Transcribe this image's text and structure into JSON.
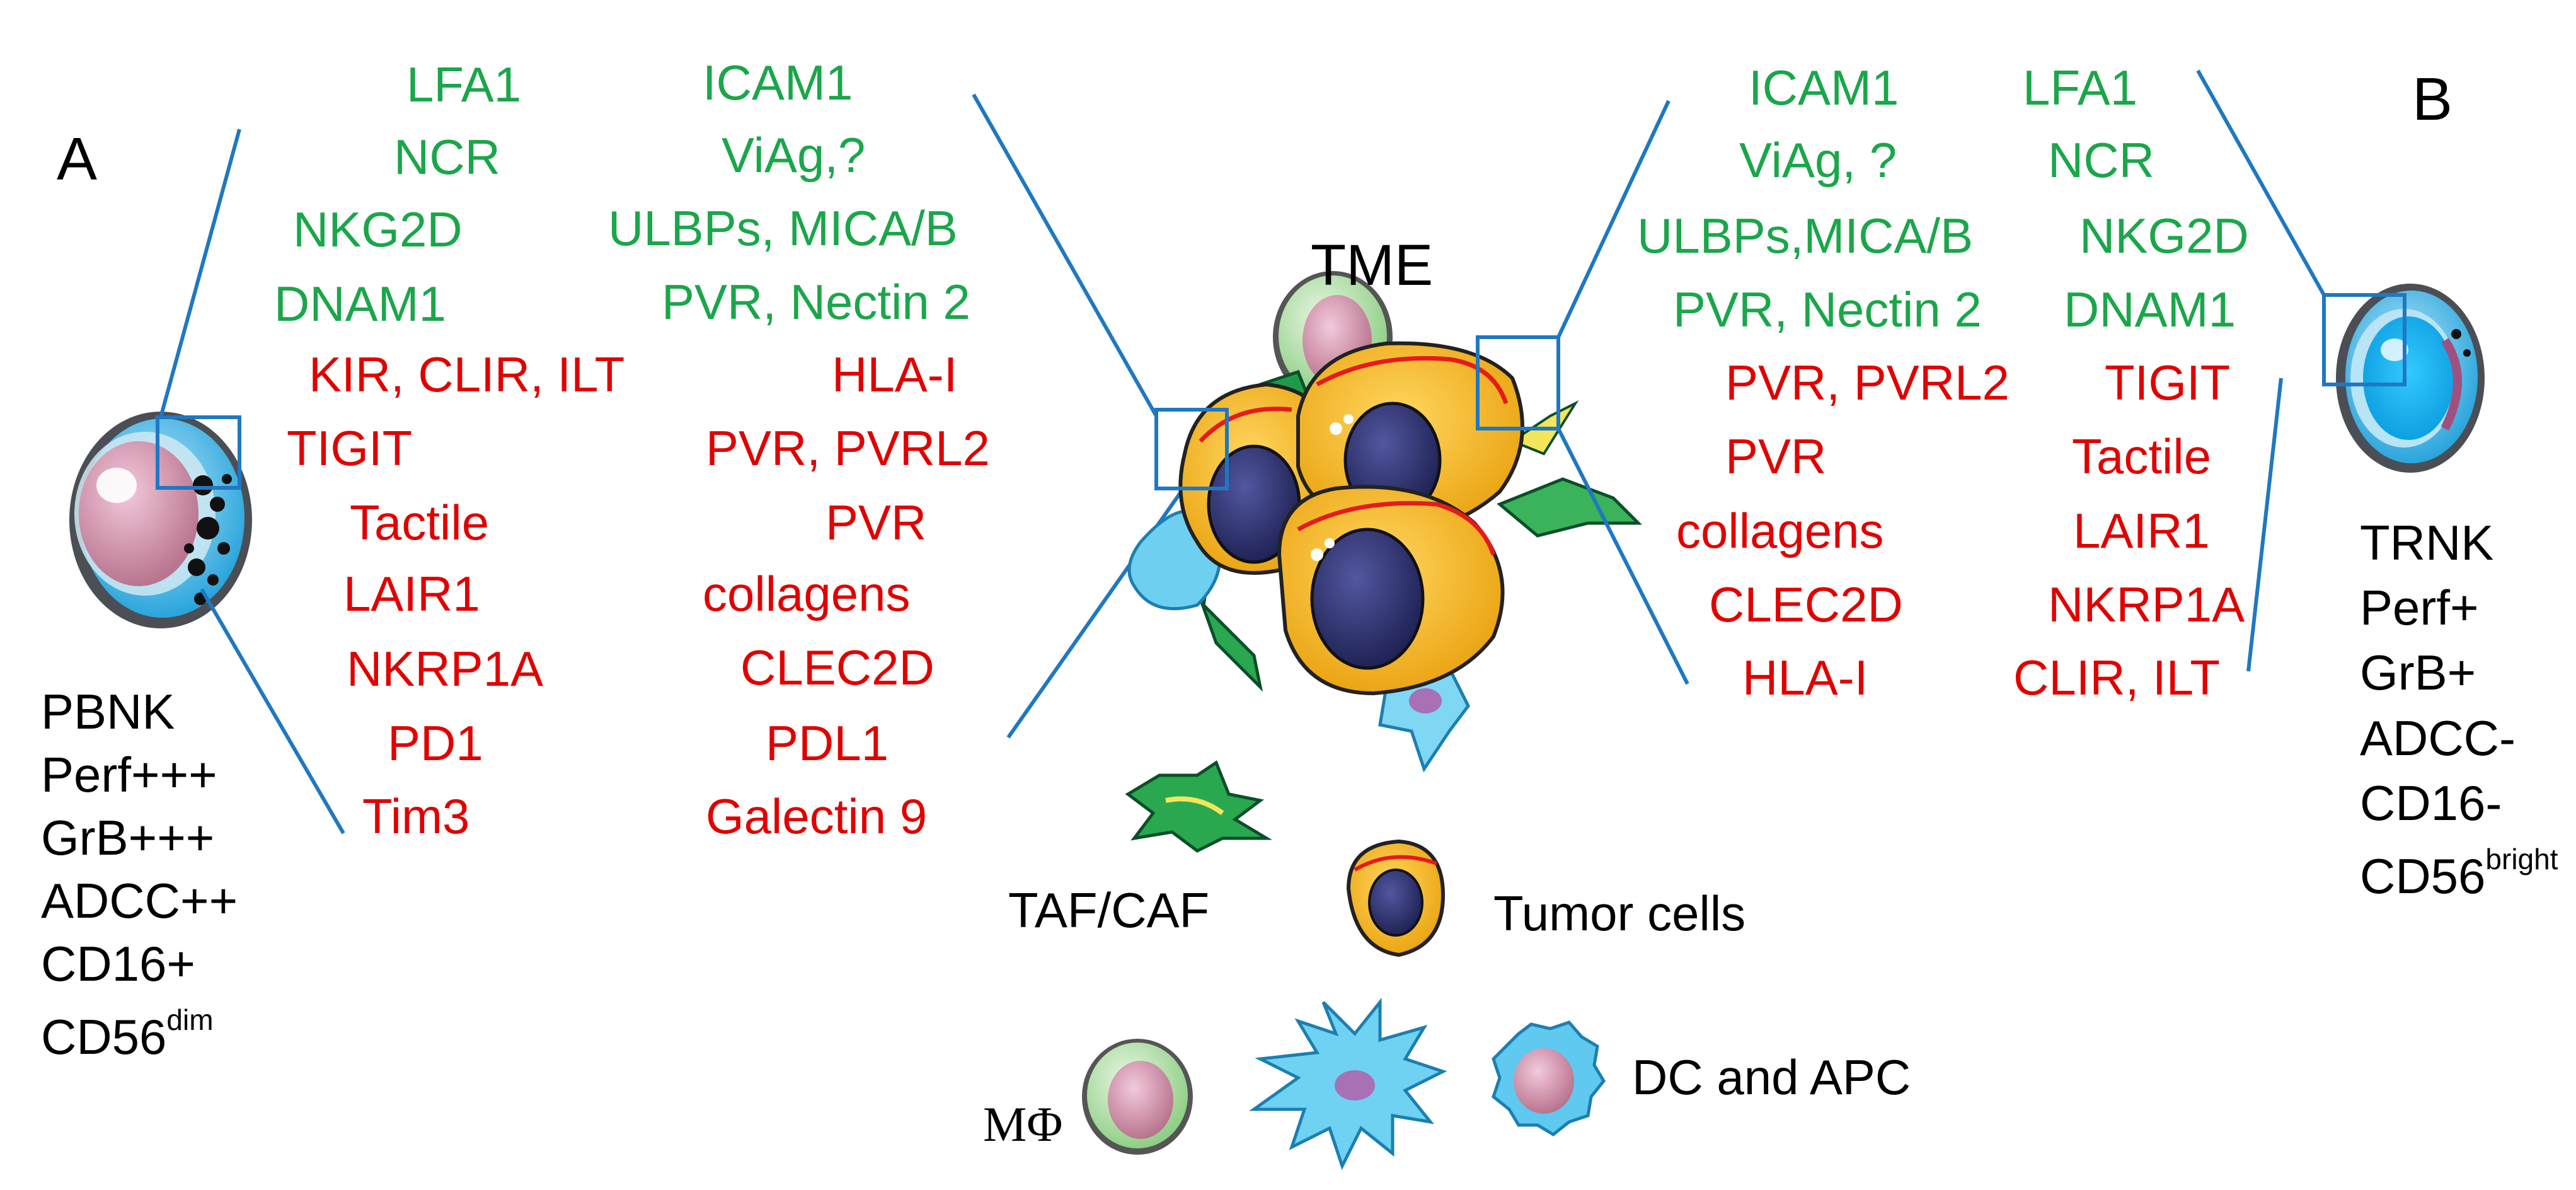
{
  "panel_a": {
    "label": "A",
    "left_col": [
      {
        "text": "LFA1",
        "color": "#1aa64a"
      },
      {
        "text": "NCR",
        "color": "#1aa64a"
      },
      {
        "text": "NKG2D",
        "color": "#1aa64a"
      },
      {
        "text": "DNAM1",
        "color": "#1aa64a"
      },
      {
        "text": "KIR, CLIR, ILT",
        "color": "#e00000"
      },
      {
        "text": "TIGIT",
        "color": "#e00000"
      },
      {
        "text": "Tactile",
        "color": "#e00000"
      },
      {
        "text": "LAIR1",
        "color": "#e00000"
      },
      {
        "text": "NKRP1A",
        "color": "#e00000"
      },
      {
        "text": "PD1",
        "color": "#e00000"
      },
      {
        "text": "Tim3",
        "color": "#e00000"
      }
    ],
    "right_col": [
      {
        "text": "ICAM1",
        "color": "#1aa64a"
      },
      {
        "text": "ViAg,?",
        "color": "#1aa64a"
      },
      {
        "text": "ULBPs, MICA/B",
        "color": "#1aa64a"
      },
      {
        "text": "PVR, Nectin 2",
        "color": "#1aa64a"
      },
      {
        "text": "HLA-I",
        "color": "#e00000"
      },
      {
        "text": "PVR, PVRL2",
        "color": "#e00000"
      },
      {
        "text": "PVR",
        "color": "#e00000"
      },
      {
        "text": "collagens",
        "color": "#e00000"
      },
      {
        "text": "CLEC2D",
        "color": "#e00000"
      },
      {
        "text": "PDL1",
        "color": "#e00000"
      },
      {
        "text": "Galectin 9",
        "color": "#e00000"
      }
    ],
    "profile": [
      "PBNK",
      "Perf+++",
      "GrB+++",
      "ADCC++",
      "CD16+"
    ],
    "profile_last": "CD56",
    "profile_last_sup": "dim"
  },
  "panel_b": {
    "label": "B",
    "left_col": [
      {
        "text": "ICAM1",
        "color": "#1aa64a"
      },
      {
        "text": "ViAg, ?",
        "color": "#1aa64a"
      },
      {
        "text": "ULBPs,MICA/B",
        "color": "#1aa64a"
      },
      {
        "text": "PVR, Nectin 2",
        "color": "#1aa64a"
      },
      {
        "text": "PVR, PVRL2",
        "color": "#e00000"
      },
      {
        "text": "PVR",
        "color": "#e00000"
      },
      {
        "text": "collagens",
        "color": "#e00000"
      },
      {
        "text": "CLEC2D",
        "color": "#e00000"
      },
      {
        "text": "HLA-I",
        "color": "#e00000"
      }
    ],
    "right_col": [
      {
        "text": "LFA1",
        "color": "#1aa64a"
      },
      {
        "text": "NCR",
        "color": "#1aa64a"
      },
      {
        "text": "NKG2D",
        "color": "#1aa64a"
      },
      {
        "text": "DNAM1",
        "color": "#1aa64a"
      },
      {
        "text": "TIGIT",
        "color": "#e00000"
      },
      {
        "text": "Tactile",
        "color": "#e00000"
      },
      {
        "text": "LAIR1",
        "color": "#e00000"
      },
      {
        "text": "NKRP1A",
        "color": "#e00000"
      },
      {
        "text": "CLIR, ILT",
        "color": "#e00000"
      }
    ],
    "profile": [
      "TRNK",
      "Perf+",
      "GrB+",
      "ADCC-",
      "CD16-"
    ],
    "profile_last": "CD56",
    "profile_last_sup": "bright"
  },
  "center": {
    "tme_label": "TME",
    "legend": {
      "taf_caf": "TAF/CAF",
      "tumor_cells": "Tumor cells",
      "macrophage": "MΦ",
      "dc_apc": "DC and APC"
    }
  },
  "colors": {
    "activating": "#1aa64a",
    "inhibitory": "#e00000",
    "connector": "#1f78c1",
    "tumor_fill": "#f5b41a",
    "nucleus": "#2c2f6b",
    "nk_cell": "#39b6e8"
  }
}
